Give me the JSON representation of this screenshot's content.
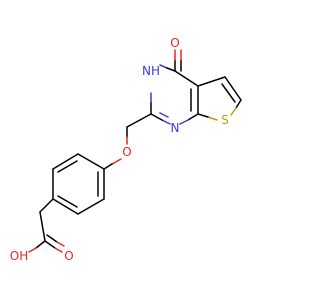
{
  "molecule": {
    "atoms": {
      "carbonyl_oxygen": {
        "label": "O",
        "color": "#e8281e"
      },
      "nh_group": {
        "label": "NH",
        "color": "#3b3bd6"
      },
      "ring_nitrogen": {
        "label": "N",
        "color": "#3b3bd6"
      },
      "sulfur": {
        "label": "S",
        "color": "#b5a300"
      },
      "ether_oxygen": {
        "label": "O",
        "color": "#e8281e"
      },
      "acid_oxygen": {
        "label": "O",
        "color": "#e8281e"
      },
      "hydroxyl": {
        "label": "OH",
        "color": "#e8281e"
      }
    },
    "colors": {
      "carbon_bond": "#000000",
      "oxygen": "#e8281e",
      "nitrogen": "#3b3bd6",
      "sulfur": "#b5a300",
      "background": "#ffffff"
    }
  }
}
